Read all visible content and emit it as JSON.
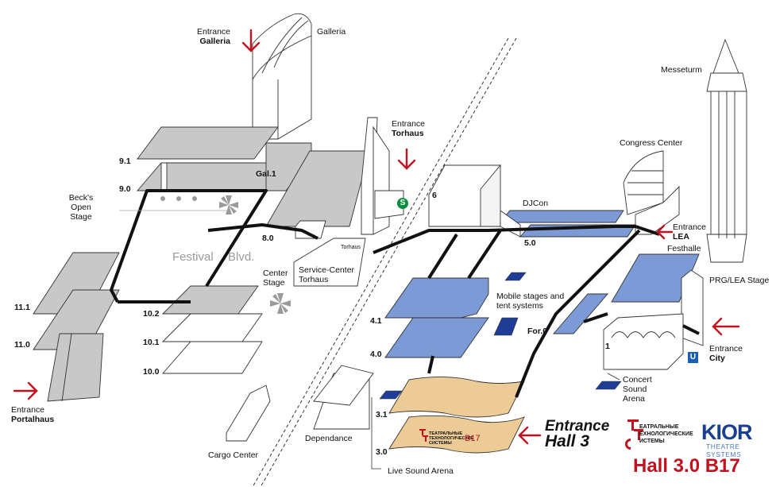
{
  "labels": {
    "entrance_galleria": "Entrance",
    "entrance_galleria_name": "Galleria",
    "galleria": "Galleria",
    "entrance_torhaus": "Entrance",
    "entrance_torhaus_name": "Torhaus",
    "messeturm": "Messeturm",
    "congress_center": "Congress Center",
    "djcon": "DJCon",
    "entrance_lea": "Entrance",
    "entrance_lea_name": "LEA",
    "festhalle": "Festhalle",
    "prg_lea_stage": "PRG/LEA Stage",
    "entrance_city": "Entrance",
    "entrance_city_name": "City",
    "becks_open_stage": "Beck's Open Stage",
    "festival_blvd": "Festival",
    "festival_blvd2": "Blvd.",
    "torhaus_small": "Torhaus",
    "service_center": "Service-Center Torhaus",
    "center_stage": "Center Stage",
    "mobile_stages": "Mobile stages and tent systems",
    "concert_sound_arena": "Concert Sound Arena",
    "dependance": "Dependance",
    "cargo_center": "Cargo Center",
    "live_sound_arena": "Live Sound Arena",
    "entrance_portalhaus": "Entrance",
    "entrance_portalhaus_name": "Portalhaus",
    "entrance_hall3": "Entrance",
    "entrance_hall3_name": "Hall 3"
  },
  "halls": {
    "h9_1": "9.1",
    "h9_0": "9.0",
    "gal1": "Gal.1",
    "h8_0": "8.0",
    "h6": "6",
    "h5_0": "5.0",
    "h11_1": "11.1",
    "h11_0": "11.0",
    "h10_2": "10.2",
    "h10_1": "10.1",
    "h10_0": "10.0",
    "h4_1": "4.1",
    "h4_0": "4.0",
    "h3_1": "3.1",
    "h3_0": "3.0",
    "for0": "For.0",
    "h1": "1"
  },
  "badges": {
    "s_bahn": "S",
    "u_bahn": "U"
  },
  "booth": {
    "label": "B17",
    "exhibitor_lines": [
      "ТЕАТРАЛЬНЫЕ",
      "ТЕХНОЛОГИЧЕСКИЕ",
      "СИСТЕМЫ"
    ],
    "summary": "Hall 3.0 B17"
  },
  "logos": {
    "ttc_lines": [
      "ЕАТРАЛЬНЫЕ",
      "ЕХНОЛОГИЧЕСКИЕ",
      "ИСТЕМЫ"
    ],
    "kior_name": "KIOR",
    "kior_tagline": "THEATRE SYSTEMS"
  },
  "colors": {
    "hall_gray": "#c8c8c8",
    "hall_blue": "#7b9ad6",
    "hall_dark_blue": "#1f3d96",
    "hall_tan": "#eccb97",
    "arrow_red": "#c1121f",
    "kior_blue": "#1b3f8f"
  }
}
